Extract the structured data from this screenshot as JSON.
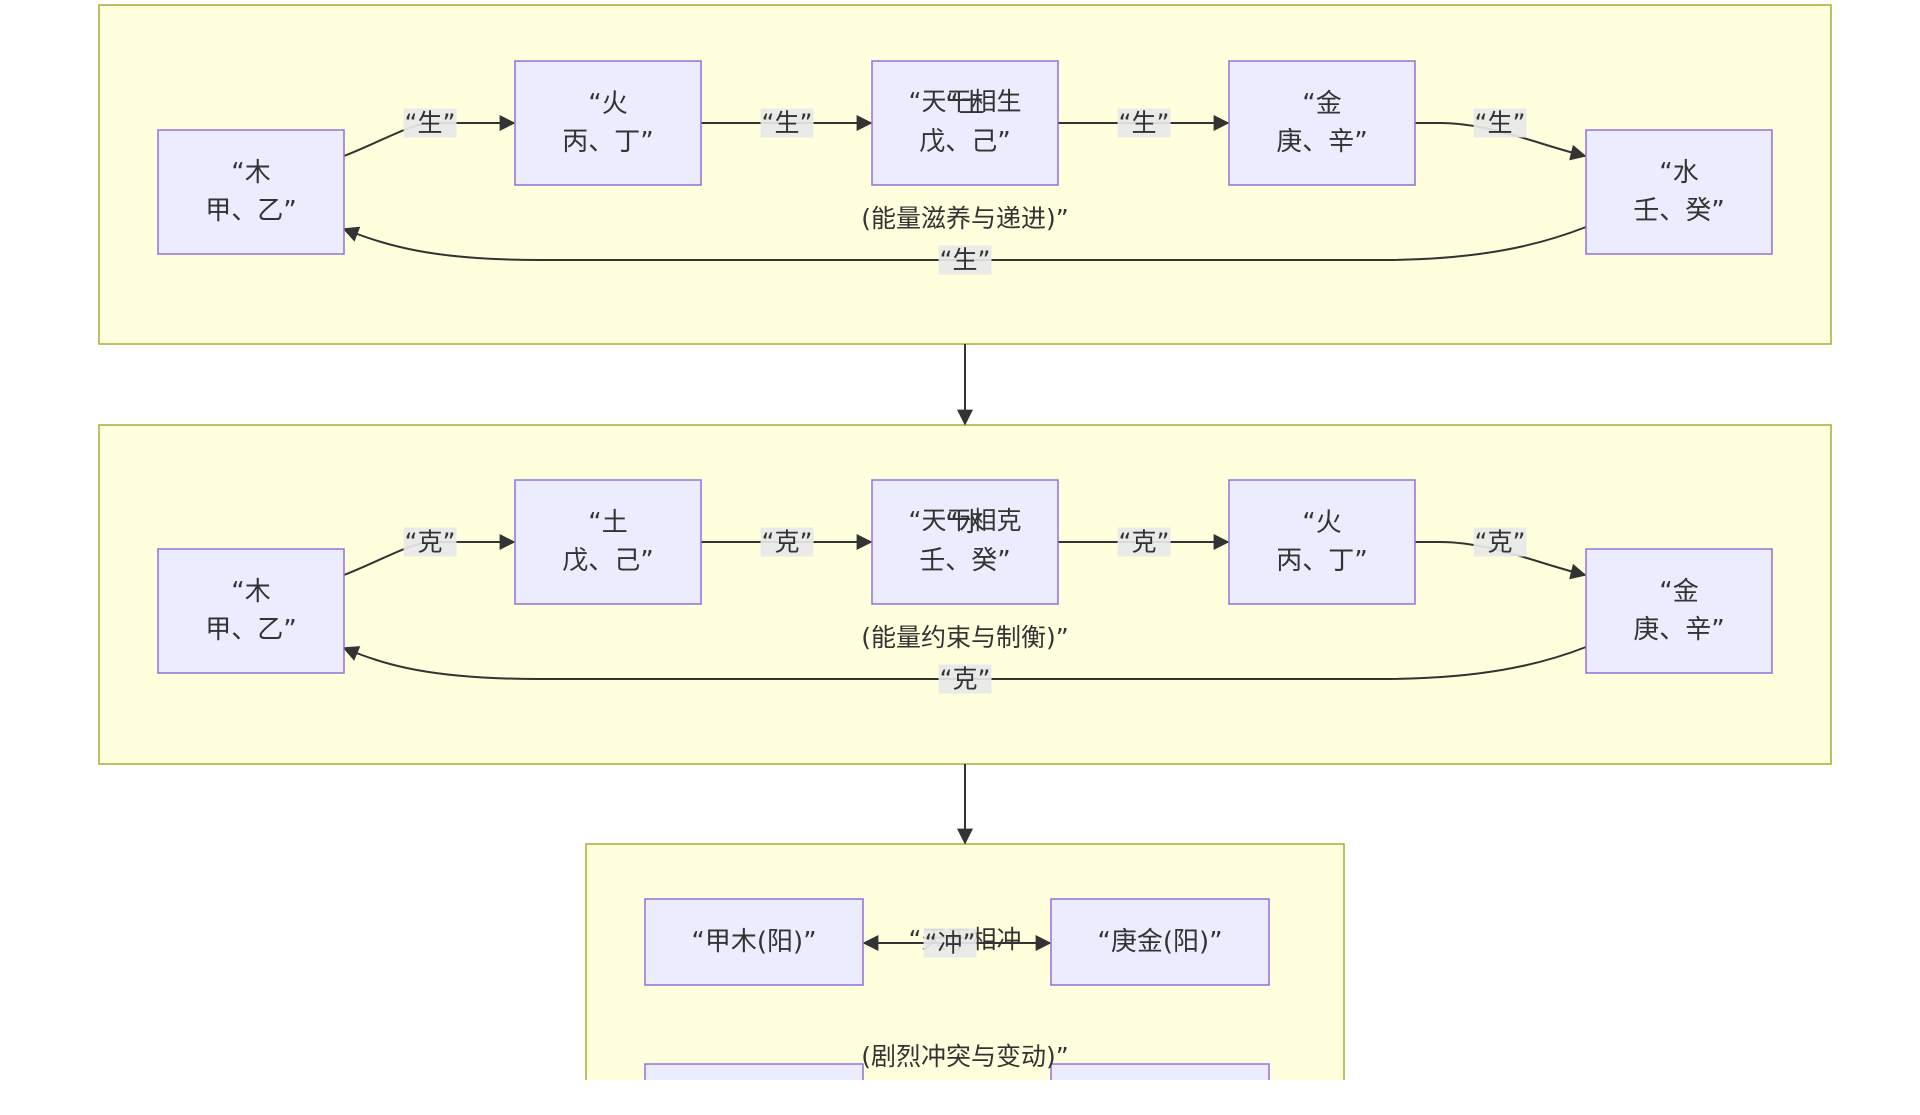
{
  "colors": {
    "cluster_fill": "#ffffde",
    "cluster_stroke": "#aaaa33",
    "node_fill": "#ececff",
    "node_stroke": "#9370db",
    "edge": "#333333",
    "label_bg": "#e8e8e8"
  },
  "clusters": {
    "sheng": {
      "line1": "“天干相生",
      "line2": "(能量滋养与递进)”"
    },
    "ke": {
      "line1": "“天干相克",
      "line2": "(能量约束与制衡)”"
    },
    "chong": {
      "line1": "“天干相冲",
      "line2": "(剧烈冲突与变动)”"
    }
  },
  "sheng": {
    "mu": {
      "line1": "“木",
      "line2": "甲、乙”"
    },
    "huo": {
      "line1": "“火",
      "line2": "丙、丁”"
    },
    "tu": {
      "line1": "“土",
      "line2": "戊、己”"
    },
    "jin": {
      "line1": "“金",
      "line2": "庚、辛”"
    },
    "shui": {
      "line1": "“水",
      "line2": "壬、癸”"
    },
    "edge_label": "“生”"
  },
  "ke": {
    "mu": {
      "line1": "“木",
      "line2": "甲、乙”"
    },
    "tu": {
      "line1": "“土",
      "line2": "戊、己”"
    },
    "shui": {
      "line1": "“水",
      "line2": "壬、癸”"
    },
    "huo": {
      "line1": "“火",
      "line2": "丙、丁”"
    },
    "jin": {
      "line1": "“金",
      "line2": "庚、辛”"
    },
    "edge_label": "“克”"
  },
  "chong": {
    "jia": "“甲木(阳)”",
    "geng": "“庚金(阳)”",
    "edge_label": "“冲”"
  }
}
